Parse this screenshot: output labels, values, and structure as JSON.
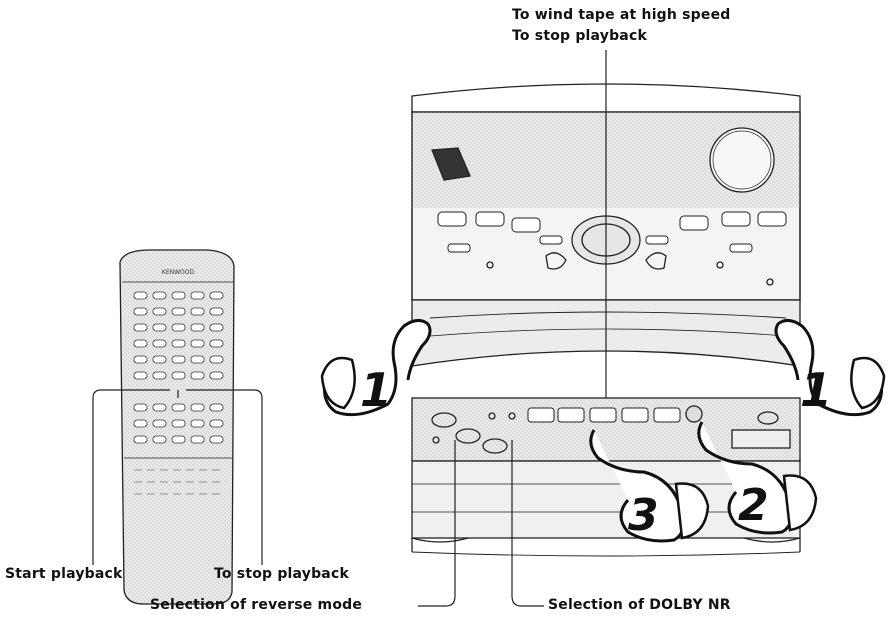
{
  "labels": {
    "top_line1": "To wind tape at high speed",
    "top_line2": "To stop playback",
    "start_playback": "Start playback",
    "to_stop_playback": "To stop playback",
    "reverse_mode": "Selection of reverse mode",
    "dolby_nr": "Selection of DOLBY NR"
  },
  "remote": {
    "brand": "KENWOOD"
  },
  "steps": [
    "1",
    "1",
    "2",
    "3"
  ],
  "icons": {
    "hand": "pointing-hand-icon"
  }
}
